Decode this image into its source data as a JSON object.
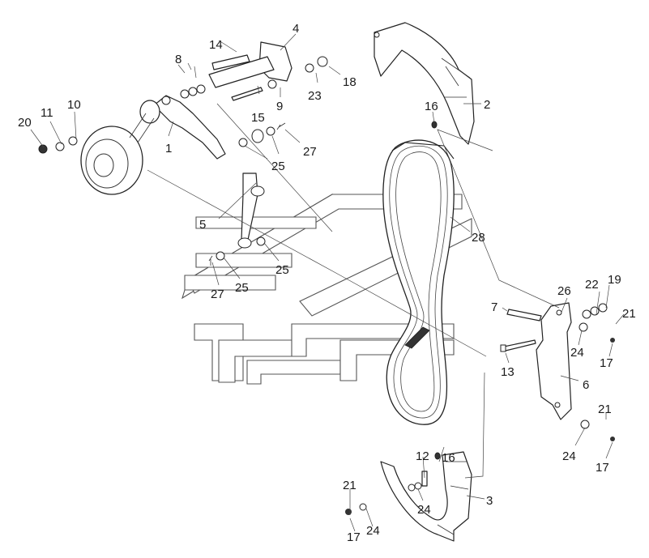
{
  "callouts": [
    {
      "id": "c1",
      "text": "1"
    },
    {
      "id": "c2",
      "text": "2"
    },
    {
      "id": "c3",
      "text": "3"
    },
    {
      "id": "c4",
      "text": "4"
    },
    {
      "id": "c5",
      "text": "5"
    },
    {
      "id": "c6",
      "text": "6"
    },
    {
      "id": "c7",
      "text": "7"
    },
    {
      "id": "c8",
      "text": "8"
    },
    {
      "id": "c9",
      "text": "9"
    },
    {
      "id": "c10",
      "text": "10"
    },
    {
      "id": "c11",
      "text": "11"
    },
    {
      "id": "c12",
      "text": "12"
    },
    {
      "id": "c13",
      "text": "13"
    },
    {
      "id": "c14",
      "text": "14"
    },
    {
      "id": "c15",
      "text": "15"
    },
    {
      "id": "c16a",
      "text": "16"
    },
    {
      "id": "c16b",
      "text": "16"
    },
    {
      "id": "c17a",
      "text": "17"
    },
    {
      "id": "c17b",
      "text": "17"
    },
    {
      "id": "c17c",
      "text": "17"
    },
    {
      "id": "c18",
      "text": "18"
    },
    {
      "id": "c19",
      "text": "19"
    },
    {
      "id": "c20",
      "text": "20"
    },
    {
      "id": "c21a",
      "text": "21"
    },
    {
      "id": "c21b",
      "text": "21"
    },
    {
      "id": "c21c",
      "text": "21"
    },
    {
      "id": "c22",
      "text": "22"
    },
    {
      "id": "c23",
      "text": "23"
    },
    {
      "id": "c24a",
      "text": "24"
    },
    {
      "id": "c24b",
      "text": "24"
    },
    {
      "id": "c24c",
      "text": "24"
    },
    {
      "id": "c24d",
      "text": "24"
    },
    {
      "id": "c25a",
      "text": "25"
    },
    {
      "id": "c25b",
      "text": "25"
    },
    {
      "id": "c25c",
      "text": "25"
    },
    {
      "id": "c26",
      "text": "26"
    },
    {
      "id": "c27a",
      "text": "27"
    },
    {
      "id": "c27b",
      "text": "27"
    },
    {
      "id": "c28",
      "text": "28"
    }
  ]
}
